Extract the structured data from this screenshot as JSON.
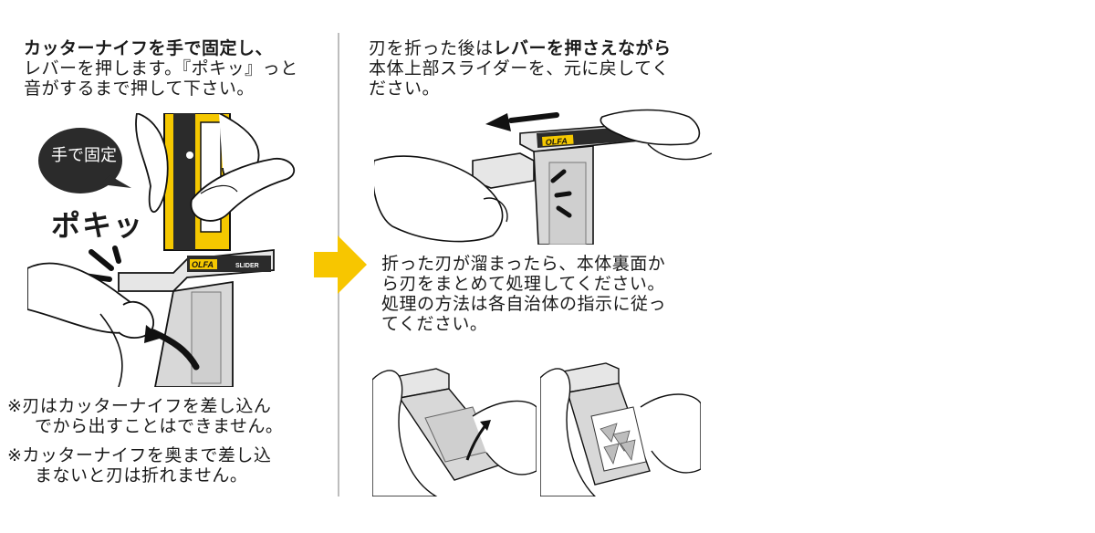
{
  "left": {
    "instruction": {
      "line1_bold": "カッターナイフを手で固定し、",
      "line2": "レバーを押します。『ポキッ』っと",
      "line3": "音がするまで押して下さい。"
    },
    "bubble_text": "手で固定",
    "sound_text": "ポキッ",
    "notes": [
      {
        "line1": "※刃はカッターナイフを差し込ん",
        "line2": "でから出すことはできません。"
      },
      {
        "line1": "※カッターナイフを奥まで差し込",
        "line2": "まないと刃は折れません。"
      }
    ],
    "brand_label": "OLFA",
    "slider_label": "SLIDER"
  },
  "right": {
    "step2": {
      "line1_plain": "刃を折った後は",
      "line1_bold": "レバーを押さえながら",
      "line2": "本体上部スライダーを、元に戻してく",
      "line3": "ださい。"
    },
    "step3": {
      "line1": "折った刃が溜まったら、本体裏面か",
      "line2": "ら刃をまとめて処理してください。",
      "line3": "処理の方法は各自治体の指示に従っ",
      "line4": "てください。"
    },
    "brand_label": "OLFA"
  },
  "colors": {
    "arrow": "#f7c600",
    "bubble": "#2b2b2b",
    "divider": "#bdbdbd",
    "yellow": "#f5c800"
  }
}
